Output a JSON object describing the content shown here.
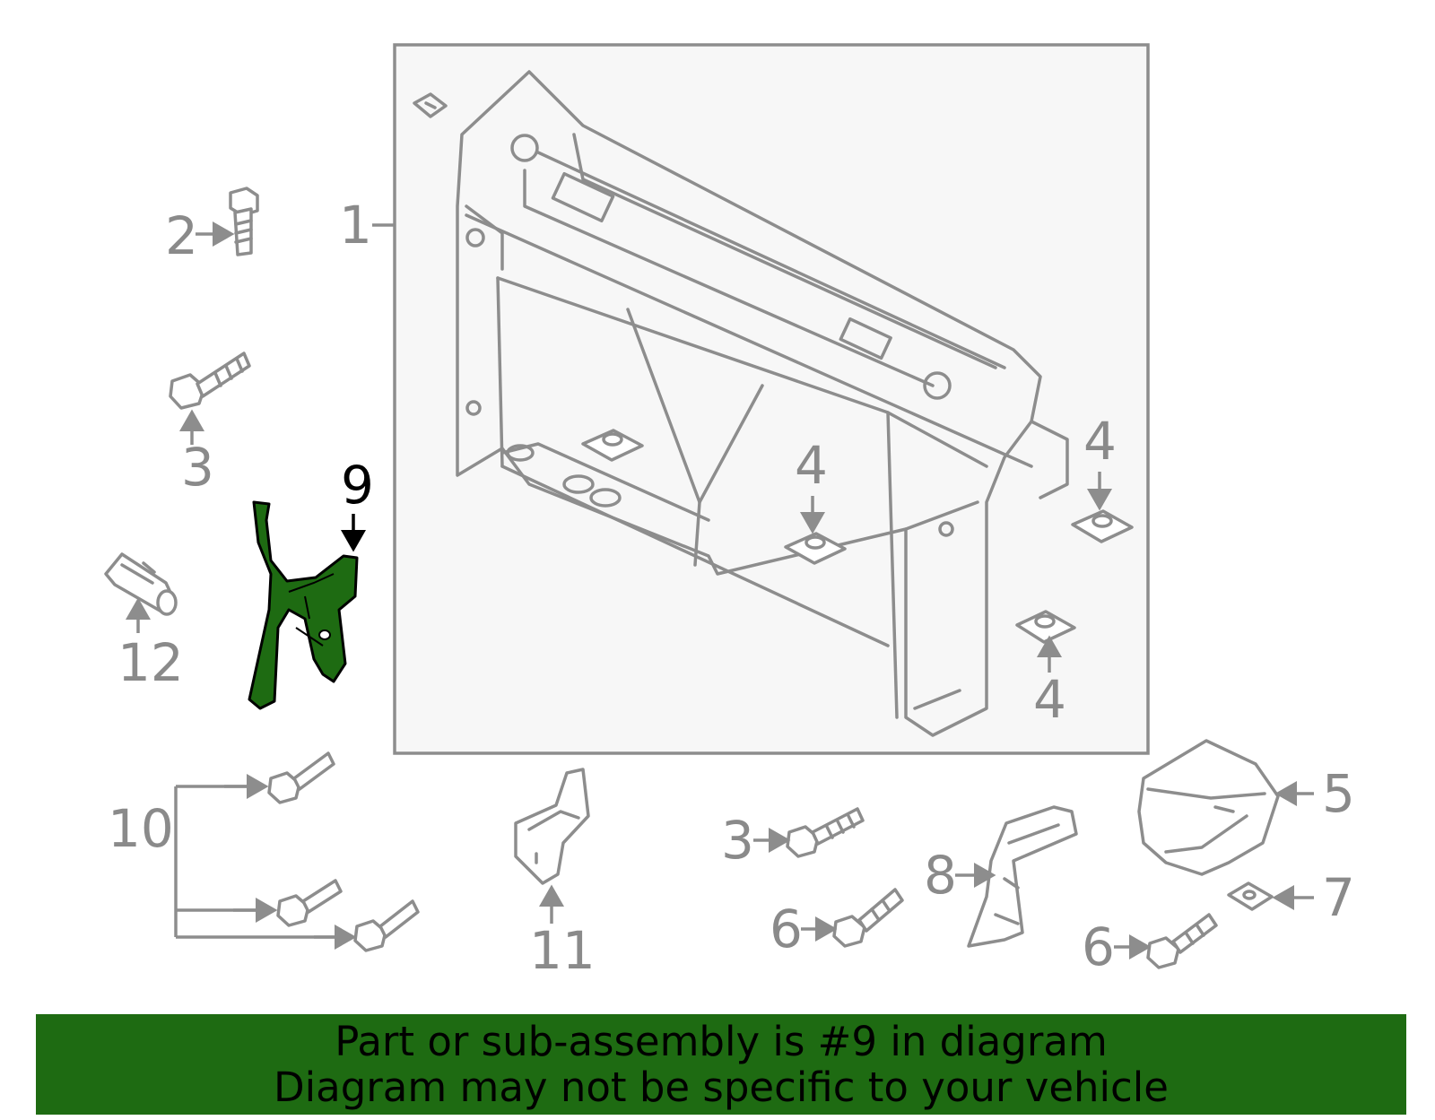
{
  "diagram": {
    "highlighted_part": "9",
    "highlight_color": "#1e6b12",
    "callouts": {
      "c1": "1",
      "c2": "2",
      "c3a": "3",
      "c3b": "3",
      "c4a": "4",
      "c4b": "4",
      "c4c": "4",
      "c5": "5",
      "c6a": "6",
      "c6b": "6",
      "c7": "7",
      "c8": "8",
      "c9": "9",
      "c10": "10",
      "c11": "11",
      "c12": "12"
    }
  },
  "banner": {
    "line1": "Part or sub-assembly is #9 in diagram",
    "line2": "Diagram may not be specific to your vehicle",
    "background": "#1e6b12"
  }
}
